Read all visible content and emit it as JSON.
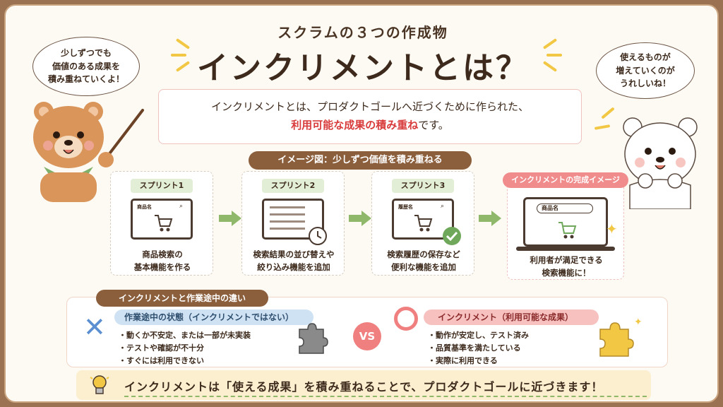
{
  "header": {
    "subtitle": "スクラムの３つの作成物",
    "title": "インクリメントとは？"
  },
  "bubbles": {
    "left": "少しずつでも\n価値のある成果を\n積み重ねていくよ！",
    "right": "使えるものが\n増えていくのが\nうれしいね！"
  },
  "definition": {
    "line1": "インクリメントとは、プロダクトゴールへ近づくために作られた、",
    "highlight": "利用可能な成果の積み重ね",
    "suffix": "です。"
  },
  "image_section": {
    "label": "イメージ図：少しずつ価値を積み重ねる",
    "sprints": [
      {
        "label": "スプリント1",
        "screen_text": "商品名",
        "desc": "商品検索の\n基本機能を作る"
      },
      {
        "label": "スプリント2",
        "screen_text": "",
        "desc": "検索結果の並び替えや\n絞り込み機能を追加"
      },
      {
        "label": "スプリント3",
        "screen_text": "履歴名",
        "desc": "検索履歴の保存など\n便利な機能を追加"
      }
    ],
    "final": {
      "label": "インクリメントの完成イメージ",
      "screen_text": "商品名",
      "desc": "利用者が満足できる\n検索機能に！"
    }
  },
  "difference": {
    "label": "インクリメントと作業途中の違い",
    "left": {
      "title": "作業途中の状態（インクリメントではない）",
      "items": [
        "・動くか不安定、または一部が未実装",
        "・テストや確認が不十分",
        "・すぐには利用できない"
      ]
    },
    "vs": "VS",
    "right": {
      "title": "インクリメント（利用可能な成果）",
      "items": [
        "・動作が安定し、テスト済み",
        "・品質基準を満たしている",
        "・実際に利用できる"
      ]
    }
  },
  "bottom": {
    "text": "インクリメントは「使える成果」を積み重ねることで、プロダクトゴールに近づきます！"
  },
  "colors": {
    "accent_red": "#d93c3c",
    "brown": "#8b5e3c",
    "green_arrow": "#8fb86a",
    "pink": "#f08c8c"
  }
}
